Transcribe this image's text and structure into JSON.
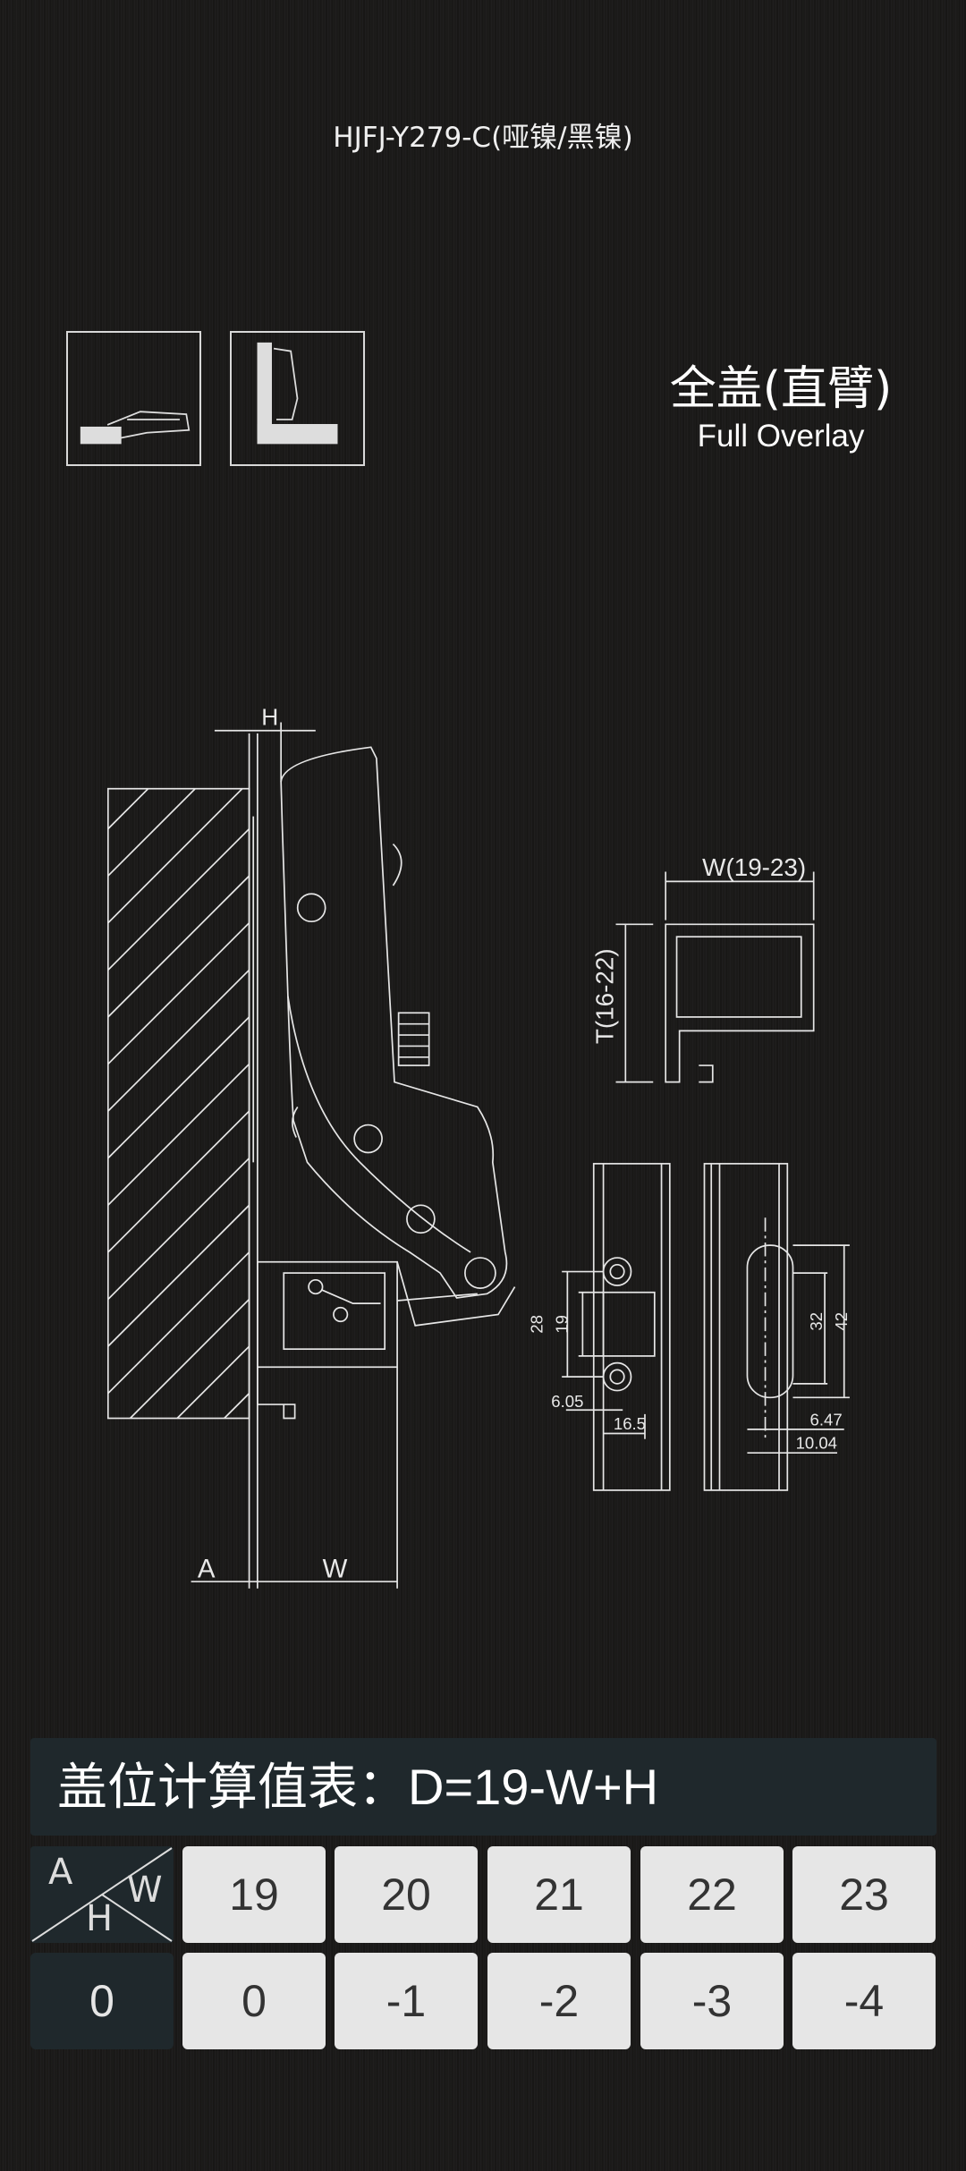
{
  "title": "HJFJ-Y279-C(哑镍/黑镍)",
  "type": {
    "cn": "全盖(直臂)",
    "en": "Full Overlay"
  },
  "dimensions": {
    "H": "H",
    "A": "A",
    "W": "W",
    "profile_w": "W(19-23)",
    "profile_t": "T(16-22)",
    "d28": "28",
    "d19": "19",
    "d605": "6.05",
    "d165": "16.5",
    "d32": "32",
    "d42": "42",
    "d647": "6.47",
    "d1004": "10.04"
  },
  "table": {
    "title": "盖位计算值表：D=19-W+H",
    "corner": {
      "a": "A",
      "h": "H",
      "w": "W"
    },
    "headers": [
      "19",
      "20",
      "21",
      "22",
      "23"
    ],
    "rows": [
      {
        "label": "0",
        "values": [
          "0",
          "-1",
          "-2",
          "-3",
          "-4"
        ]
      }
    ]
  }
}
